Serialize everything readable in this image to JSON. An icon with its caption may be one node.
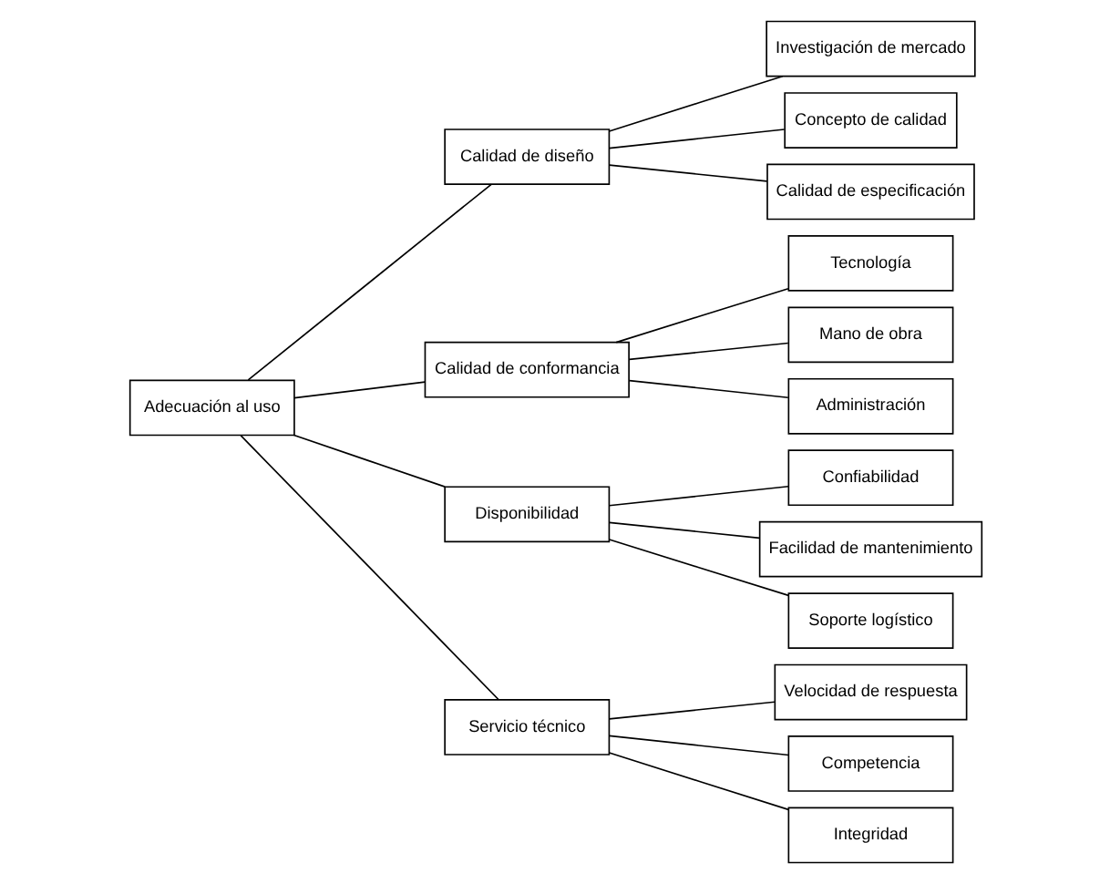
{
  "diagram": {
    "nodes": [
      {
        "text": [
          "Adecuación al uso"
        ]
      },
      {
        "text": [
          "Calidad de diseño"
        ]
      },
      {
        "text": [
          "Investigación de mercado"
        ]
      },
      {
        "text": [
          "Concepto de calidad"
        ]
      },
      {
        "text": [
          "Calidad de especificación"
        ]
      },
      {
        "text": [
          "Calidad de conformancia"
        ]
      },
      {
        "text": [
          "Tecnología"
        ]
      },
      {
        "text": [
          "Mano de obra"
        ]
      },
      {
        "text": [
          "Administración"
        ]
      },
      {
        "text": [
          "Disponibilidad"
        ]
      },
      {
        "text": [
          "Confiabilidad"
        ]
      },
      {
        "text": [
          "Facilidad de mantenimiento"
        ]
      },
      {
        "text": [
          "Soporte logístico"
        ]
      },
      {
        "text": [
          "Servicio técnico"
        ]
      },
      {
        "text": [
          "Velocidad de respuesta"
        ]
      },
      {
        "text": [
          "Competencia"
        ]
      },
      {
        "text": [
          "Integridad"
        ]
      }
    ],
    "edges": [
      {
        "from": 0,
        "to": 1,
        "arrow": "none"
      },
      {
        "from": 0,
        "to": 5,
        "arrow": "none"
      },
      {
        "from": 0,
        "to": 9,
        "arrow": "none"
      },
      {
        "from": 0,
        "to": 13,
        "arrow": "none"
      },
      {
        "from": 1,
        "to": 2,
        "arrow": "none"
      },
      {
        "from": 1,
        "to": 3,
        "arrow": "none"
      },
      {
        "from": 1,
        "to": 4,
        "arrow": "none"
      },
      {
        "from": 5,
        "to": 6,
        "arrow": "none"
      },
      {
        "from": 5,
        "to": 7,
        "arrow": "none"
      },
      {
        "from": 5,
        "to": 8,
        "arrow": "none"
      },
      {
        "from": 9,
        "to": 10,
        "arrow": "none"
      },
      {
        "from": 9,
        "to": 11,
        "arrow": "none"
      },
      {
        "from": 9,
        "to": 12,
        "arrow": "none"
      },
      {
        "from": 13,
        "to": 14,
        "arrow": "none"
      },
      {
        "from": 13,
        "to": 15,
        "arrow": "none"
      },
      {
        "from": 13,
        "to": 16,
        "arrow": "none"
      }
    ]
  }
}
